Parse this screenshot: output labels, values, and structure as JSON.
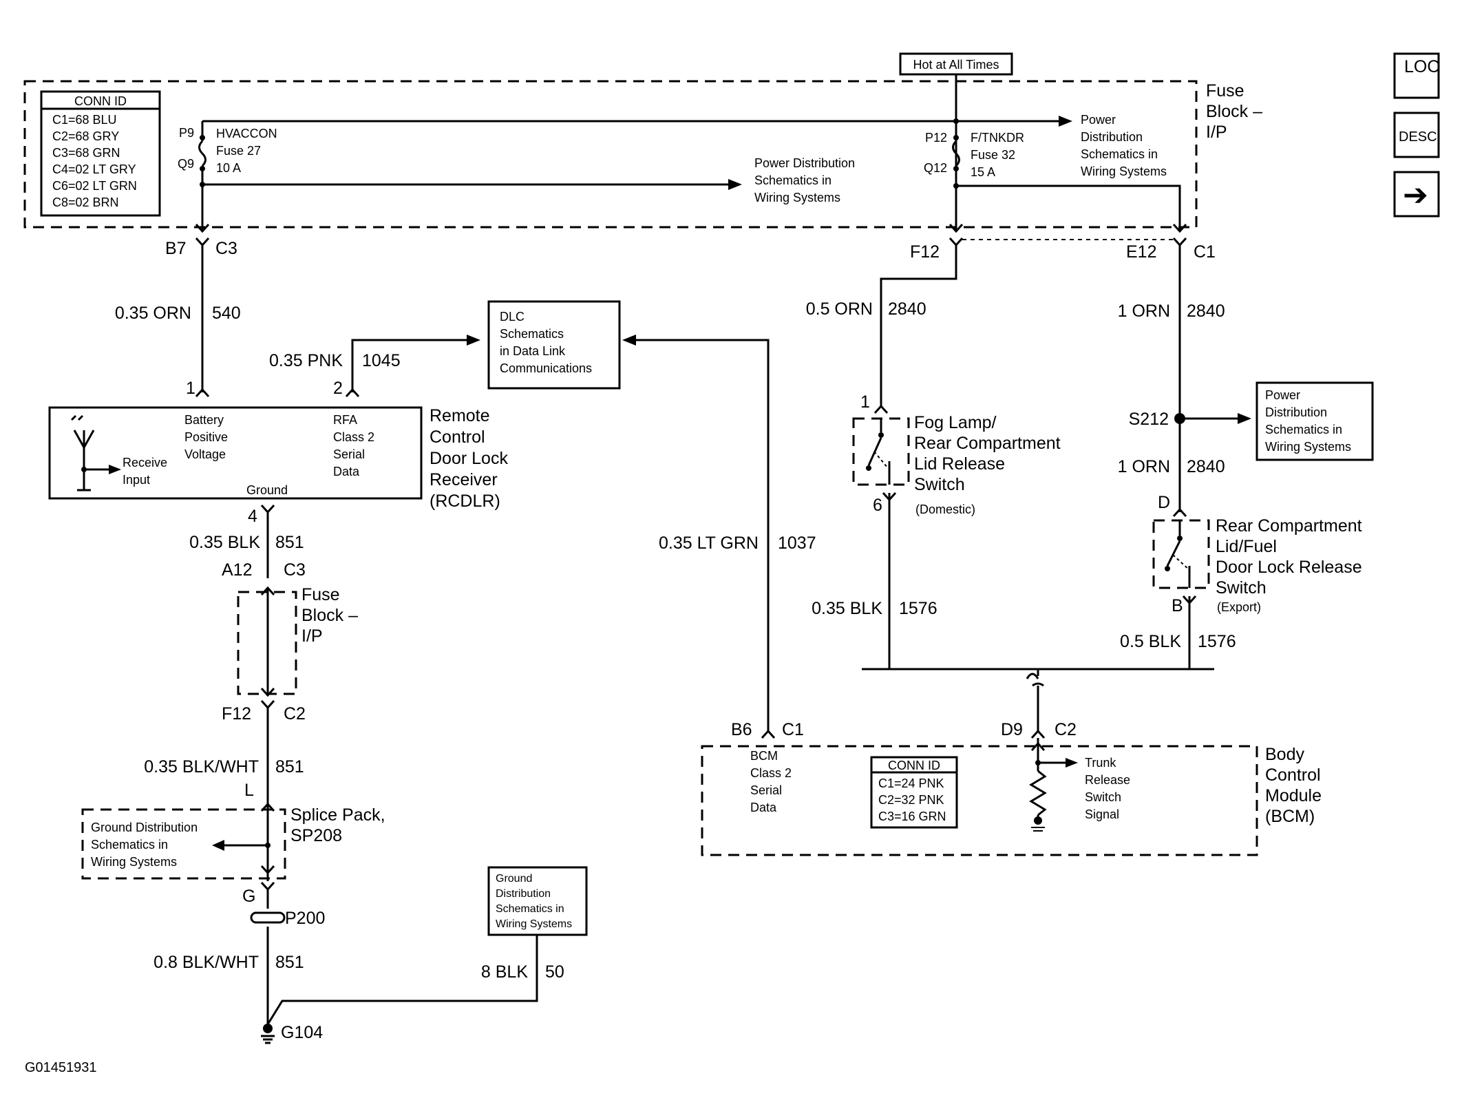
{
  "figure_id": "G01451931",
  "nav": {
    "loc": "LOC",
    "desc": "DESC",
    "next_glyph": "➔"
  },
  "hot_label": "Hot at All Times",
  "fuse_block_top": {
    "title": [
      "Fuse",
      "Block –",
      "I/P"
    ]
  },
  "conn_id_top": {
    "title": "CONN ID",
    "rows": [
      "C1=68 BLU",
      "C2=68 GRY",
      "C3=68 GRN",
      "C4=02 LT GRY",
      "C6=02 LT GRN",
      "C8=02 BRN"
    ]
  },
  "fuse27": {
    "pin_top": "P9",
    "pin_bot": "Q9",
    "lines": [
      "HVACCON",
      "Fuse 27",
      "10 A"
    ]
  },
  "fuse32": {
    "pin_top": "P12",
    "pin_bot": "Q12",
    "lines": [
      "F/TNKDR",
      "Fuse 32",
      "15 A"
    ]
  },
  "pds_mid": [
    "Power Distribution",
    "Schematics in",
    "Wiring Systems"
  ],
  "pds_right": [
    "Power",
    "Distribution",
    "Schematics in",
    "Wiring Systems"
  ],
  "pds_s212": [
    "Power",
    "Distribution",
    "Schematics in",
    "Wiring Systems"
  ],
  "dlc": [
    "DLC",
    "Schematics",
    "in Data Link",
    "Communications"
  ],
  "gds_bottom": [
    "Ground",
    "Distribution",
    "Schematics in",
    "Wiring Systems"
  ],
  "gds_splice": [
    "Ground Distribution",
    "Schematics in",
    "Wiring Systems"
  ],
  "conns": {
    "b7": "B7",
    "c3a": "C3",
    "f12a": "F12",
    "e12": "E12",
    "c1a": "C1",
    "a12": "A12",
    "c3b": "C3",
    "f12b": "F12",
    "c2a": "C2",
    "b6": "B6",
    "c1b": "C1",
    "d9": "D9",
    "c2b": "C2"
  },
  "wires": {
    "w540": {
      "size": "0.35 ORN",
      "circuit": "540"
    },
    "w1045": {
      "size": "0.35 PNK",
      "circuit": "1045"
    },
    "w851a": {
      "size": "0.35 BLK",
      "circuit": "851"
    },
    "w851b": {
      "size": "0.35 BLK/WHT",
      "circuit": "851"
    },
    "w851c": {
      "size": "0.8 BLK/WHT",
      "circuit": "851"
    },
    "w50": {
      "size": "8 BLK",
      "circuit": "50"
    },
    "w1037": {
      "size": "0.35 LT GRN",
      "circuit": "1037"
    },
    "w2840a": {
      "size": "0.5 ORN",
      "circuit": "2840"
    },
    "w2840b": {
      "size": "1 ORN",
      "circuit": "2840"
    },
    "w2840c": {
      "size": "1 ORN",
      "circuit": "2840"
    },
    "w1576a": {
      "size": "0.35 BLK",
      "circuit": "1576"
    },
    "w1576b": {
      "size": "0.5 BLK",
      "circuit": "1576"
    }
  },
  "rcdlr": {
    "pin1": "1",
    "pin2": "2",
    "pin4": "4",
    "title": [
      "Remote",
      "Control",
      "Door Lock",
      "Receiver",
      "(RCDLR)"
    ],
    "battery": [
      "Battery",
      "Positive",
      "Voltage"
    ],
    "rfa": [
      "RFA",
      "Class 2",
      "Serial",
      "Data"
    ],
    "receive": [
      "Receive",
      "Input"
    ],
    "ground": "Ground"
  },
  "fuse_block_mid": [
    "Fuse",
    "Block –",
    "I/P"
  ],
  "splice": {
    "pin_top": "L",
    "pin_bot": "G",
    "title": [
      "Splice Pack,",
      "SP208"
    ]
  },
  "p200": "P200",
  "g104": "G104",
  "fog_switch": {
    "pin_top": "1",
    "pin_bot": "6",
    "title": [
      "Fog Lamp/",
      "Rear Compartment",
      "Lid Release",
      "Switch"
    ],
    "note": "(Domestic)"
  },
  "s212": "S212",
  "rear_switch": {
    "pin_top": "D",
    "pin_bot": "B",
    "title": [
      "Rear Compartment",
      "Lid/Fuel",
      "Door Lock Release",
      "Switch"
    ],
    "note": "(Export)"
  },
  "bcm": {
    "title": [
      "Body",
      "Control",
      "Module",
      "(BCM)"
    ],
    "serial": [
      "BCM",
      "Class 2",
      "Serial",
      "Data"
    ],
    "trunk": [
      "Trunk",
      "Release",
      "Switch",
      "Signal"
    ],
    "conn_id": {
      "title": "CONN ID",
      "rows": [
        "C1=24 PNK",
        "C2=32 PNK",
        "C3=16 GRN"
      ]
    }
  }
}
